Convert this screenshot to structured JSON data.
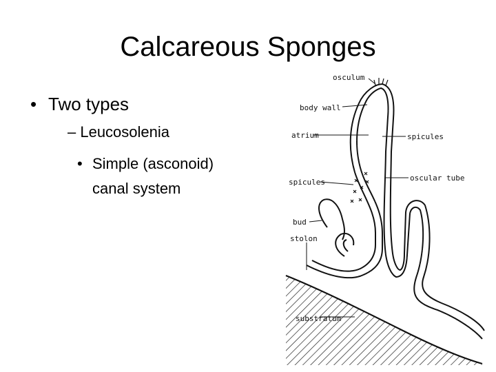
{
  "slide": {
    "title": "Calcareous Sponges",
    "bullet_1": "Two types",
    "bullet_1_marker": "•",
    "bullet_2": "– Leucosolenia",
    "bullet_3_marker": "•",
    "bullet_3_line_1": "Simple (asconoid)",
    "bullet_3_line_2": "canal system"
  },
  "figure": {
    "labels": {
      "osculum": "osculum",
      "body_wall": "body wall",
      "atrium": "atrium",
      "spicules_right": "spicules",
      "spicules_left": "spicules",
      "oscular_tube": "oscular tube",
      "bud": "bud",
      "stolon": "stolon",
      "substratum": "substratum"
    }
  }
}
